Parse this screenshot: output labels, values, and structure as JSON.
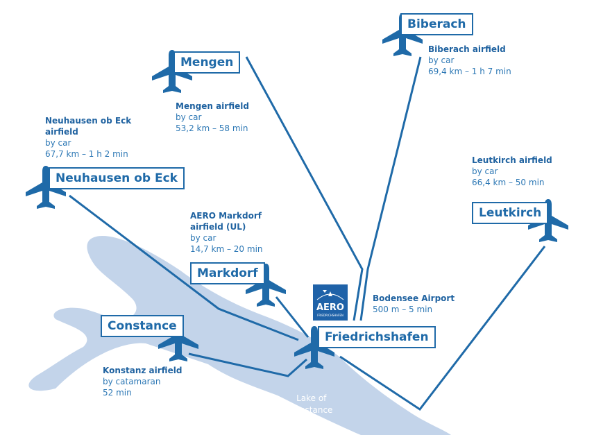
{
  "colors": {
    "primary": "#1f6aa8",
    "lake": "#c3d4ea"
  },
  "logo": {
    "title": "AERO",
    "subtitle": "FRIEDRICHSHAFEN"
  },
  "lake_label": [
    "Lake of",
    "constance"
  ],
  "airfields": {
    "biberach": {
      "name": "Biberach",
      "title": "Biberach airfield",
      "mode": "by car",
      "distance": "69,4 km – 1 h 7 min"
    },
    "mengen": {
      "name": "Mengen",
      "title": "Mengen airfield",
      "mode": "by car",
      "distance": "53,2 km – 58 min"
    },
    "neuhausen": {
      "name": "Neuhausen ob Eck",
      "title": [
        "Neuhausen ob Eck",
        "airfield"
      ],
      "mode": "by car",
      "distance": "67,7 km – 1 h 2 min"
    },
    "leutkirch": {
      "name": "Leutkirch",
      "title": "Leutkirch airfield",
      "mode": "by car",
      "distance": "66,4 km – 50 min"
    },
    "markdorf": {
      "name": "Markdorf",
      "title": [
        "AERO Markdorf",
        "airfield (UL)"
      ],
      "mode": "by car",
      "distance": "14,7 km – 20 min"
    },
    "constance": {
      "name": "Constance",
      "title": "Konstanz airfield",
      "mode": "by catamaran",
      "distance": "52 min"
    },
    "friedrichshafen": {
      "name": "Friedrichshafen",
      "title": "Bodensee Airport",
      "distance": "500 m – 5 min"
    }
  }
}
